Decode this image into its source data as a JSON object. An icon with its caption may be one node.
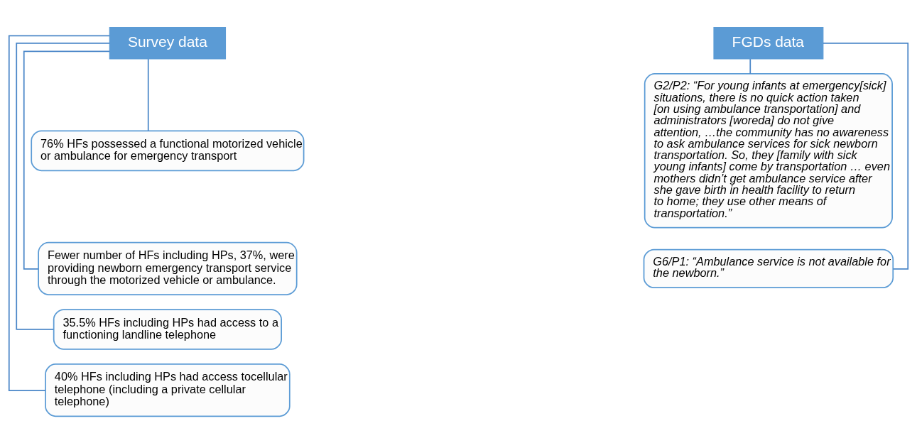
{
  "diagram": {
    "nodes": [
      {
        "text": [
          "Survey data"
        ]
      },
      {
        "text": [
          "76% HFs possessed a functional motorized vehicle or ambulance for emergency transport"
        ]
      },
      {
        "text": [
          "Fewer number of HFs including HPs, 37%, were providing newborn emergency transport service through the motorized vehicle or ambulance."
        ]
      },
      {
        "text": [
          "35.5% HFs including HPs had access to a functioning landline telephone"
        ]
      },
      {
        "text": [
          "40% HFs including HPs had access tocellular telephone (including a private cellular telephone)"
        ]
      },
      {
        "text": [
          "FGDs data"
        ]
      },
      {
        "text": [
          "G2/P2: “For young infants at emergency[sick] situations, there is no quick action taken [on using ambulance transportation] and administrators [woreda] do not give attention, …the community has no awareness to ask ambulance services for sick newborn transportation. So, they [family with sick young infants] come by transportation … even mothers didn’t get ambulance service after she gave birth in health facility to return to home; they use other means of transportation.”"
        ]
      },
      {
        "text": [
          "G6/P1: “Ambulance service is not available for the newborn.”"
        ]
      }
    ],
    "edges": [
      {
        "from": 0,
        "to": 1,
        "arrow": "none"
      },
      {
        "from": 0,
        "to": 2,
        "arrow": "none"
      },
      {
        "from": 0,
        "to": 3,
        "arrow": "none"
      },
      {
        "from": 0,
        "to": 4,
        "arrow": "none"
      },
      {
        "from": 5,
        "to": 6,
        "arrow": "none"
      },
      {
        "from": 5,
        "to": 7,
        "arrow": "none"
      }
    ]
  }
}
